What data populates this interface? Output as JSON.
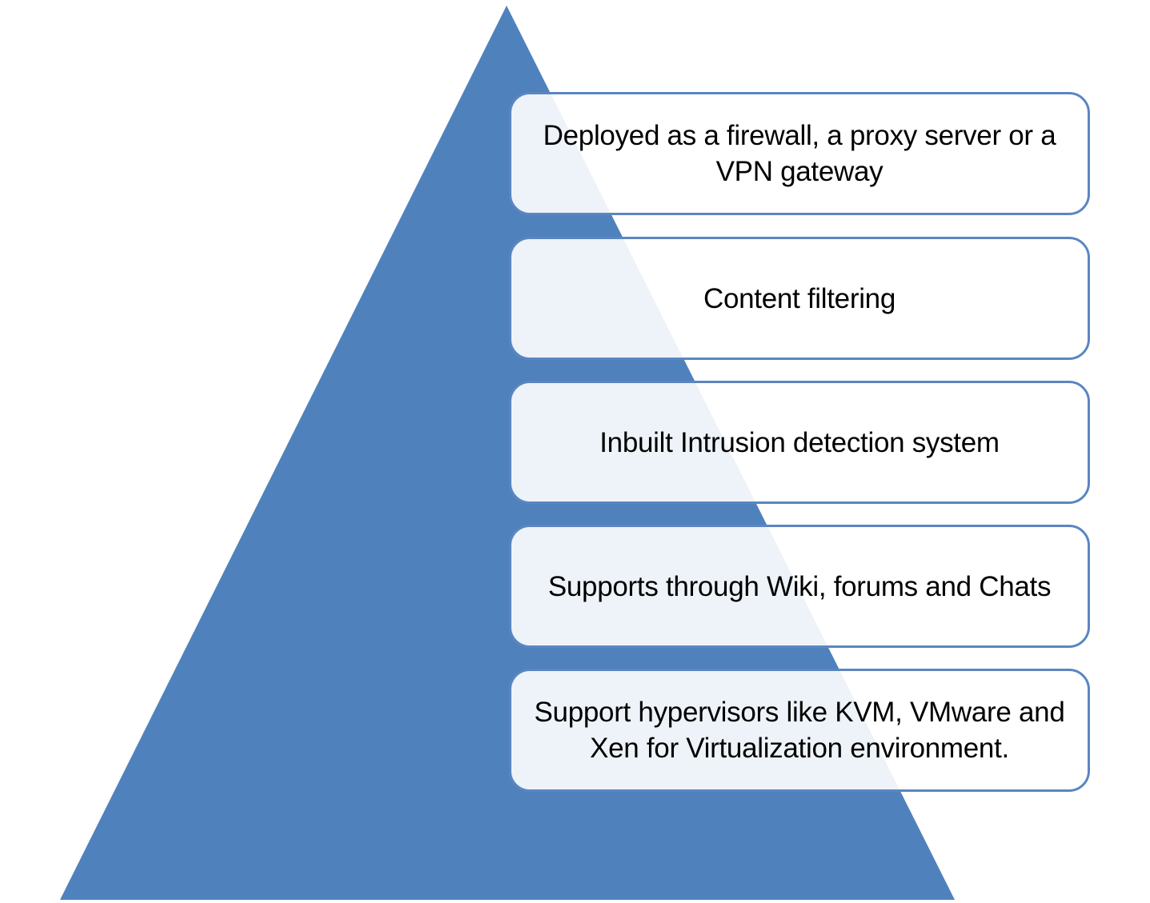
{
  "diagram": {
    "type": "pyramid-list",
    "colors": {
      "pyramid_fill": "#4f81bd",
      "box_border": "#5b86c0",
      "box_fill": "#ffffff",
      "text": "#000000"
    },
    "items": [
      {
        "label": "Deployed as a firewall, a proxy server or a VPN gateway"
      },
      {
        "label": "Content filtering"
      },
      {
        "label": "Inbuilt Intrusion detection system"
      },
      {
        "label": "Supports through Wiki, forums and Chats"
      },
      {
        "label": "Support hypervisors like KVM, VMware and Xen for Virtualization environment."
      }
    ]
  }
}
